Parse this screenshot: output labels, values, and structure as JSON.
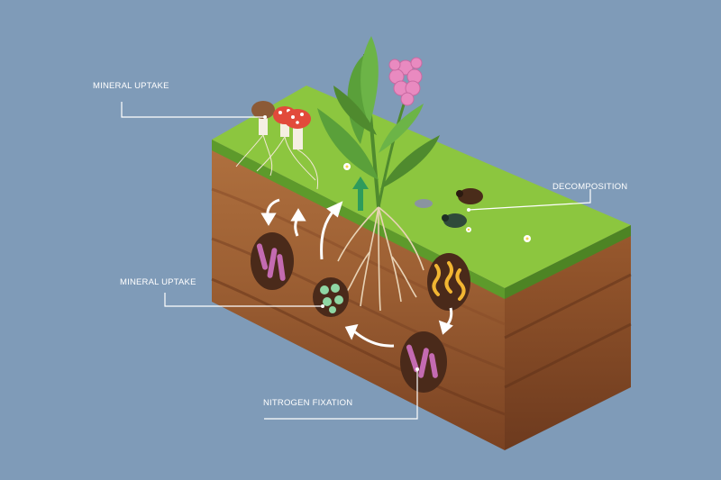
{
  "labels": {
    "mineral_uptake_top": "MINERAL UPTAKE",
    "decomposition": "DECOMPOSITION",
    "mineral_uptake_middle": "MINERAL UPTAKE",
    "nitrogen_fixation": "NITROGEN FIXATION"
  },
  "colors": {
    "background": "#7f9bb8",
    "grass_top": "#8cc63f",
    "soil_front_top": "#a8693a",
    "soil_front_mid": "#9a5d31",
    "soil_front_bottom": "#7a4222",
    "soil_side": "#8a4f2a",
    "bacteria_pink": "#c46bb1",
    "fungi_green": "#8fd6a3",
    "worm_yellow": "#f2b632",
    "flower_pink": "#e98ac0",
    "arrow_white": "#ffffff"
  }
}
